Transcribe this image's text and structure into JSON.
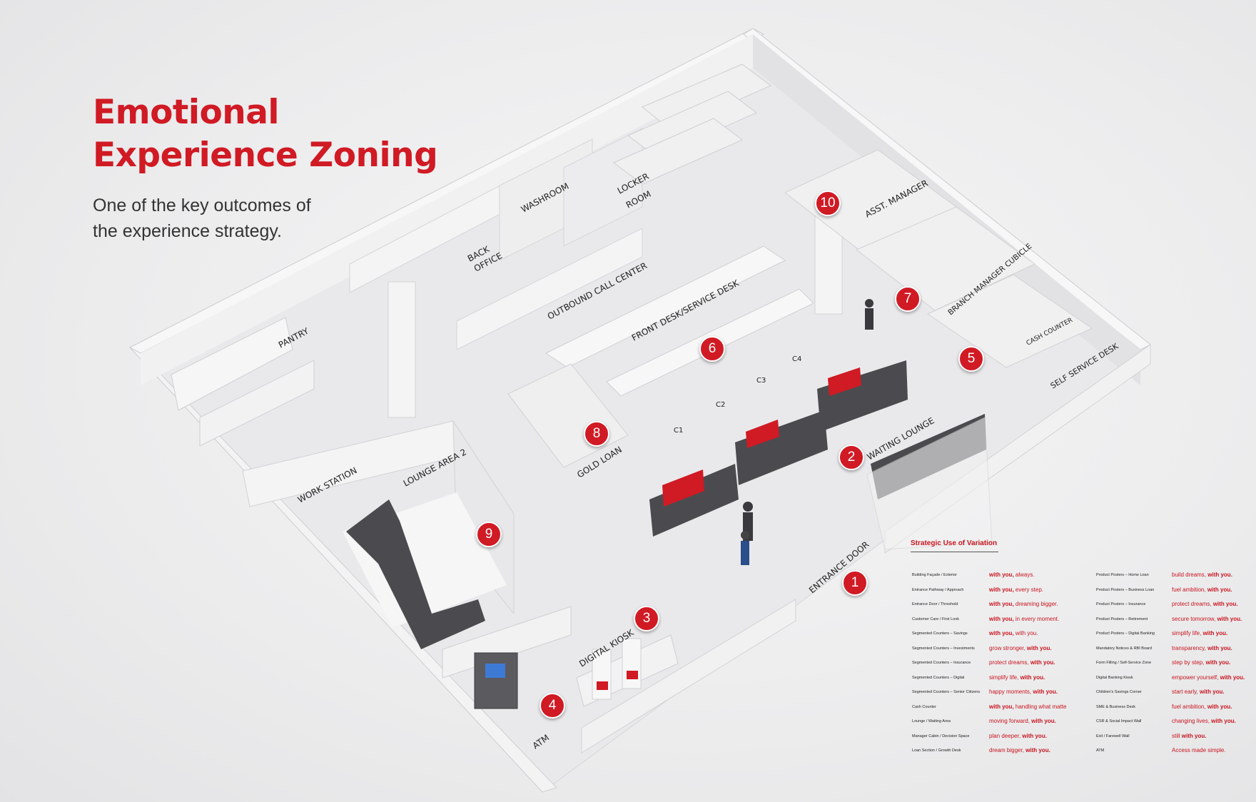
{
  "header": {
    "title_line1": "Emotional",
    "title_line2": "Experience Zoning",
    "subtitle_line1": "One of the key outcomes of",
    "subtitle_line2": "the experience strategy."
  },
  "colors": {
    "brand_red": "#d01a24",
    "wall": "#f4f4f5",
    "floor": "#e6e6e8",
    "sofa": "#4b4b4f"
  },
  "floorplan": {
    "labels": {
      "washroom": "WASHROOM",
      "locker_room_1": "LOCKER",
      "locker_room_2": "ROOM",
      "back_office_1": "BACK",
      "back_office_2": "OFFICE",
      "asst_manager": "ASST. MANAGER",
      "outbound_call_center": "OUTBOUND CALL CENTER",
      "front_desk": "FRONT DESK/SERVICE DESK",
      "pantry": "PANTRY",
      "branch_manager": "BRANCH MANAGER CUBICLE",
      "cash_counter": "CASH COUNTER",
      "self_service_desk": "SELF SERVICE DESK",
      "c1": "C1",
      "c2": "C2",
      "c3": "C3",
      "c4": "C4",
      "gold_loan": "GOLD LOAN",
      "waiting_lounge": "WAITING LOUNGE",
      "work_station": "WORK STATION",
      "lounge_area_2": "LOUNGE AREA 2",
      "entrance_door": "ENTRANCE DOOR",
      "digital_kiosk": "DIGITAL KIOSK",
      "atm": "ATM"
    },
    "markers": [
      "1",
      "2",
      "3",
      "4",
      "5",
      "6",
      "7",
      "8",
      "9",
      "10"
    ]
  },
  "variation": {
    "title": "Strategic Use of Variation",
    "left": [
      {
        "zone": "Building Façade / Exterior",
        "pre": "with you,",
        "post": " always.",
        "bold_first": true
      },
      {
        "zone": "Entrance Pathway / Approach",
        "pre": "with you,",
        "post": " every step.",
        "bold_first": true
      },
      {
        "zone": "Entrance Door / Threshold",
        "pre": "with you,",
        "post": " dreaming bigger.",
        "bold_first": true
      },
      {
        "zone": "Customer Care / First Look",
        "pre": "with you,",
        "post": " in every moment.",
        "bold_first": true
      },
      {
        "zone": "Segmented Counters – Savings",
        "pre": "with you,",
        "post": " with you.",
        "bold_first": true
      },
      {
        "zone": "Segmented Counters – Investments",
        "pre": "grow stronger, ",
        "post": "with you.",
        "bold_first": false
      },
      {
        "zone": "Segmented Counters – Insurance",
        "pre": "protect dreams, ",
        "post": "with you.",
        "bold_first": false
      },
      {
        "zone": "Segmented Counters – Digital",
        "pre": "simplify life, ",
        "post": "with you.",
        "bold_first": false
      },
      {
        "zone": "Segmented Counters – Senior Citizens",
        "pre": "happy moments, ",
        "post": "with you.",
        "bold_first": false
      },
      {
        "zone": "Cash Counter",
        "pre": "with you,",
        "post": " handling what matte",
        "bold_first": true
      },
      {
        "zone": "Lounge / Waiting Area",
        "pre": "moving forward, ",
        "post": "with you.",
        "bold_first": false
      },
      {
        "zone": "Manager Cabin / Decision Space",
        "pre": "plan deeper, ",
        "post": "with you.",
        "bold_first": false
      },
      {
        "zone": "Loan Section / Growth Desk",
        "pre": "dream bigger, ",
        "post": "with you.",
        "bold_first": false
      }
    ],
    "right": [
      {
        "zone": "Product Posters – Home Loan",
        "pre": "build dreams, ",
        "post": "with you.",
        "bold_first": false
      },
      {
        "zone": "Product Posters – Business Loan",
        "pre": "fuel ambition, ",
        "post": "with you.",
        "bold_first": false
      },
      {
        "zone": "Product Posters – Insurance",
        "pre": "protect dreams, ",
        "post": "with you.",
        "bold_first": false
      },
      {
        "zone": "Product Posters – Retirement",
        "pre": "secure tomorrow, ",
        "post": "with you.",
        "bold_first": false
      },
      {
        "zone": "Product Posters – Digital Banking",
        "pre": "simplify life, ",
        "post": "with you.",
        "bold_first": false
      },
      {
        "zone": "Mandatory Notices & RBI Board",
        "pre": "transparency, ",
        "post": "with you.",
        "bold_first": false
      },
      {
        "zone": "Form Filling / Self-Service Zone",
        "pre": "step by step, ",
        "post": "with you.",
        "bold_first": false
      },
      {
        "zone": "Digital Banking Kiosk",
        "pre": "empower yourself, ",
        "post": "with you.",
        "bold_first": false
      },
      {
        "zone": "Children's Savings Corner",
        "pre": "start early, ",
        "post": "with you.",
        "bold_first": false
      },
      {
        "zone": "SME & Business Desk",
        "pre": "fuel ambition, ",
        "post": "with you.",
        "bold_first": false
      },
      {
        "zone": "CSR & Social Impact Wall",
        "pre": "changing lives, ",
        "post": "with you.",
        "bold_first": false
      },
      {
        "zone": "Exit / Farewell Wall",
        "pre": "still with ",
        "post": "with you.",
        "bold_first": false,
        "override": "still with you."
      },
      {
        "zone": "ATM",
        "pre": "Access made simple.",
        "post": "",
        "bold_first": false
      }
    ]
  }
}
